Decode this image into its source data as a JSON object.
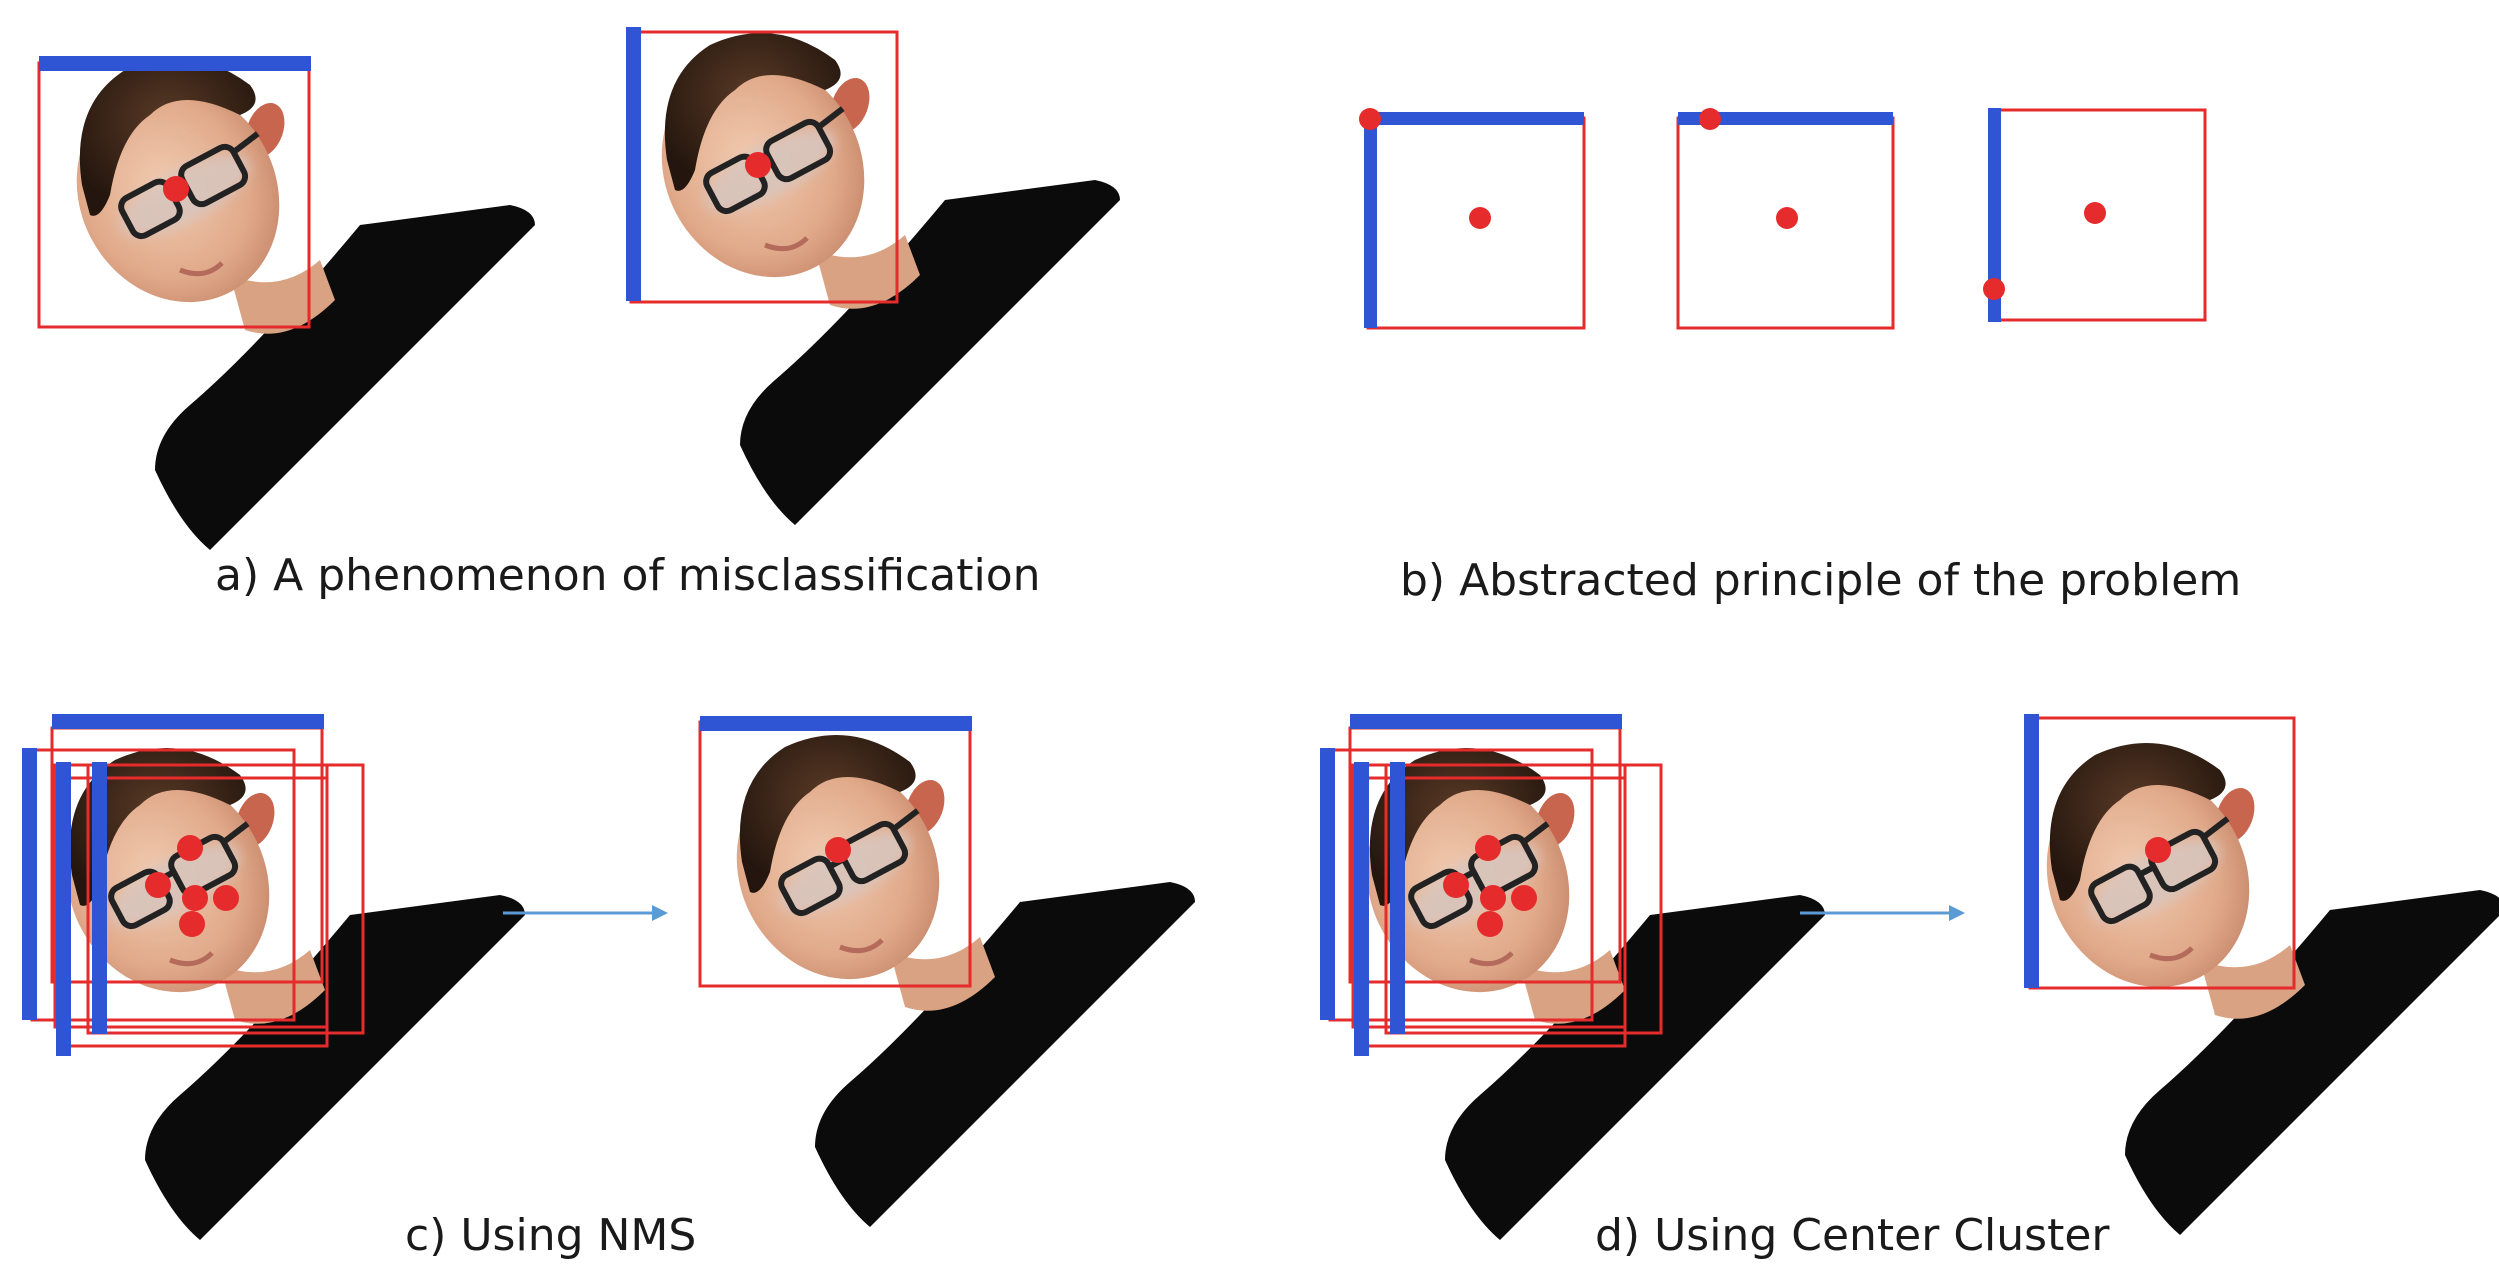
{
  "captions": {
    "a": "a) A phenomenon of misclassification",
    "b": "b) Abstracted principle of the problem",
    "c": "c) Using NMS",
    "d": "d) Using Center Cluster"
  },
  "colors": {
    "box_red": "#e52b2b",
    "bar_blue": "#2f55d4",
    "dot_red": "#e52b2b",
    "arrow_blue": "#5b9bd5",
    "shirt": "#0b0b0b",
    "skin": "#e8b99a",
    "hair": "#3a2518"
  }
}
